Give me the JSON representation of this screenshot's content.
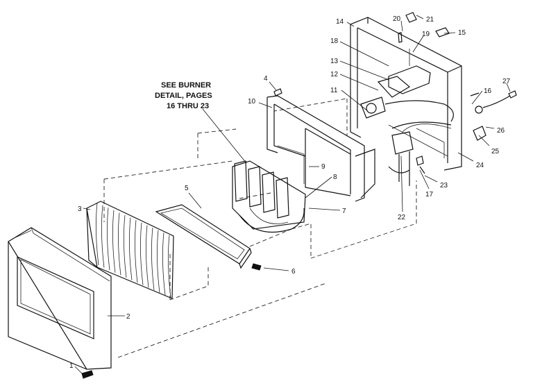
{
  "note": {
    "lines": [
      "SEE BURNER",
      "DETAIL, PAGES",
      "16 THRU 23"
    ]
  },
  "callouts": [
    {
      "id": "1",
      "text": "1"
    },
    {
      "id": "2",
      "text": "2"
    },
    {
      "id": "3",
      "text": "3"
    },
    {
      "id": "4",
      "text": "4"
    },
    {
      "id": "5",
      "text": "5"
    },
    {
      "id": "6",
      "text": "6"
    },
    {
      "id": "7",
      "text": "7"
    },
    {
      "id": "8",
      "text": "8"
    },
    {
      "id": "9",
      "text": "9"
    },
    {
      "id": "10",
      "text": "10"
    },
    {
      "id": "11",
      "text": "11"
    },
    {
      "id": "12",
      "text": "12"
    },
    {
      "id": "13",
      "text": "13"
    },
    {
      "id": "14",
      "text": "14"
    },
    {
      "id": "15",
      "text": "15"
    },
    {
      "id": "16",
      "text": "16"
    },
    {
      "id": "17",
      "text": "17"
    },
    {
      "id": "18",
      "text": "18"
    },
    {
      "id": "19",
      "text": "19"
    },
    {
      "id": "20",
      "text": "20"
    },
    {
      "id": "21",
      "text": "21"
    },
    {
      "id": "22",
      "text": "22"
    },
    {
      "id": "23",
      "text": "23"
    },
    {
      "id": "24",
      "text": "24"
    },
    {
      "id": "25",
      "text": "25"
    },
    {
      "id": "26",
      "text": "26"
    },
    {
      "id": "27",
      "text": "27"
    }
  ]
}
